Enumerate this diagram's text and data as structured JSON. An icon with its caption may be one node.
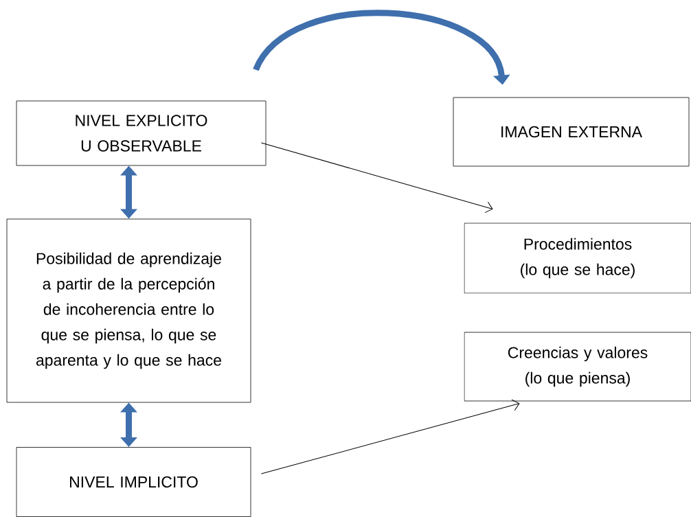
{
  "diagram": {
    "nodes": [
      {
        "text": [
          "NIVEL EXPLICITO U OBSERVABLE"
        ]
      },
      {
        "text": [
          "IMAGEN EXTERNA"
        ]
      },
      {
        "text": [
          "Posibilidad de aprendizaje a partir de la percepción de incoherencia entre lo que se piensa, lo que se aparenta y lo que se hace"
        ]
      },
      {
        "text": [
          "Procedimientos (lo que se hace)"
        ]
      },
      {
        "text": [
          "Creencias y valores (lo que piensa)"
        ]
      },
      {
        "text": [
          "NIVEL IMPLICITO"
        ]
      }
    ],
    "edges": [
      {
        "from": 0,
        "to": 1,
        "arrow": "to",
        "color": "#3f6fad"
      },
      {
        "from": 0,
        "to": 3,
        "arrow": "to",
        "color": "#000000"
      },
      {
        "from": 0,
        "to": 2,
        "arrow": "both",
        "color": "#3f6fad"
      },
      {
        "from": 2,
        "to": 5,
        "arrow": "both",
        "color": "#3f6fad"
      },
      {
        "from": 5,
        "to": 4,
        "arrow": "to",
        "color": "#000000"
      }
    ]
  }
}
